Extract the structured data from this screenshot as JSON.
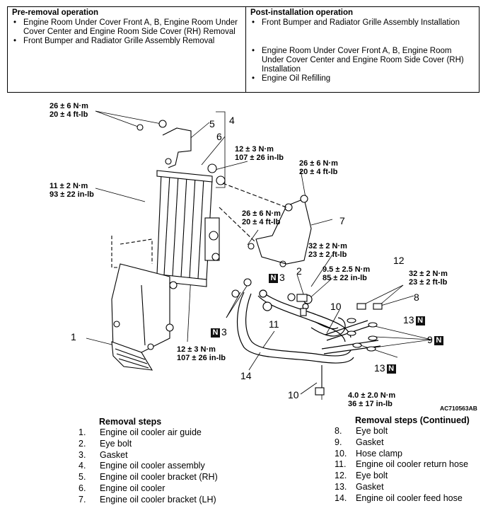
{
  "pre_removal": {
    "heading": "Pre-removal operation",
    "items": [
      "Engine Room Under Cover Front A, B, Engine Room Under Cover Center and Engine Room Side Cover (RH) Removal",
      "Front Bumper and Radiator Grille Assembly Removal"
    ]
  },
  "post_installation": {
    "heading": "Post-installation operation",
    "items": [
      "Front Bumper and Radiator Grille Assembly Installation",
      "Engine Room Under Cover Front A, B, Engine Room Under Cover Center and Engine Room Side Cover (RH) Installation",
      "Engine Oil Refilling"
    ]
  },
  "torques": {
    "t1_nm": "26 ± 6 N·m",
    "t1_ft": "20 ± 4 ft-lb",
    "t2_nm": "12 ± 3 N·m",
    "t2_in": "107 ± 26 in-lb",
    "t3_nm": "26 ± 6 N·m",
    "t3_ft": "20 ± 4 ft-lb",
    "t4_nm": "11 ± 2 N·m",
    "t4_in": "93 ± 22 in-lb",
    "t5_nm": "26 ± 6 N·m",
    "t5_ft": "20 ± 4 ft-lb",
    "t6_nm": "32 ± 2 N·m",
    "t6_ft": "23 ± 2 ft-lb",
    "t7_nm": "9.5 ± 2.5 N·m",
    "t7_in": "85 ± 22 in-lb",
    "t8_nm": "32 ± 2 N·m",
    "t8_ft": "23 ± 2 ft-lb",
    "t9_nm": "12 ± 3 N·m",
    "t9_in": "107 ± 26 in-lb",
    "t10_nm": "4.0 ± 2.0 N·m",
    "t10_in": "36 ± 17 in-lb"
  },
  "callouts": {
    "c1": "1",
    "c2": "2",
    "c3a": "3",
    "c3b": "3",
    "c4": "4",
    "c5": "5",
    "c6": "6",
    "c7": "7",
    "c8": "8",
    "c9": "9",
    "c10a": "10",
    "c10b": "10",
    "c11": "11",
    "c12": "12",
    "c13a": "13",
    "c13b": "13",
    "c14": "14",
    "n_mark": "N"
  },
  "figure_id": "AC710563AB",
  "removal_steps": {
    "title": "Removal steps",
    "items": [
      {
        "n": "1.",
        "text": "Engine oil cooler air guide"
      },
      {
        "n": "2.",
        "text": "Eye bolt"
      },
      {
        "n": "3.",
        "text": "Gasket"
      },
      {
        "n": "4.",
        "text": "Engine oil cooler assembly"
      },
      {
        "n": "5.",
        "text": "Engine oil cooler bracket (RH)"
      },
      {
        "n": "6.",
        "text": "Engine oil cooler"
      },
      {
        "n": "7.",
        "text": "Engine oil cooler bracket (LH)"
      }
    ]
  },
  "removal_steps_cont": {
    "title": "Removal steps (Continued)",
    "items": [
      {
        "n": "8.",
        "text": "Eye bolt"
      },
      {
        "n": "9.",
        "text": "Gasket"
      },
      {
        "n": "10.",
        "text": "Hose clamp"
      },
      {
        "n": "11.",
        "text": "Engine oil cooler return hose"
      },
      {
        "n": "12.",
        "text": "Eye bolt"
      },
      {
        "n": "13.",
        "text": "Gasket"
      },
      {
        "n": "14.",
        "text": "Engine oil cooler feed hose"
      }
    ]
  }
}
